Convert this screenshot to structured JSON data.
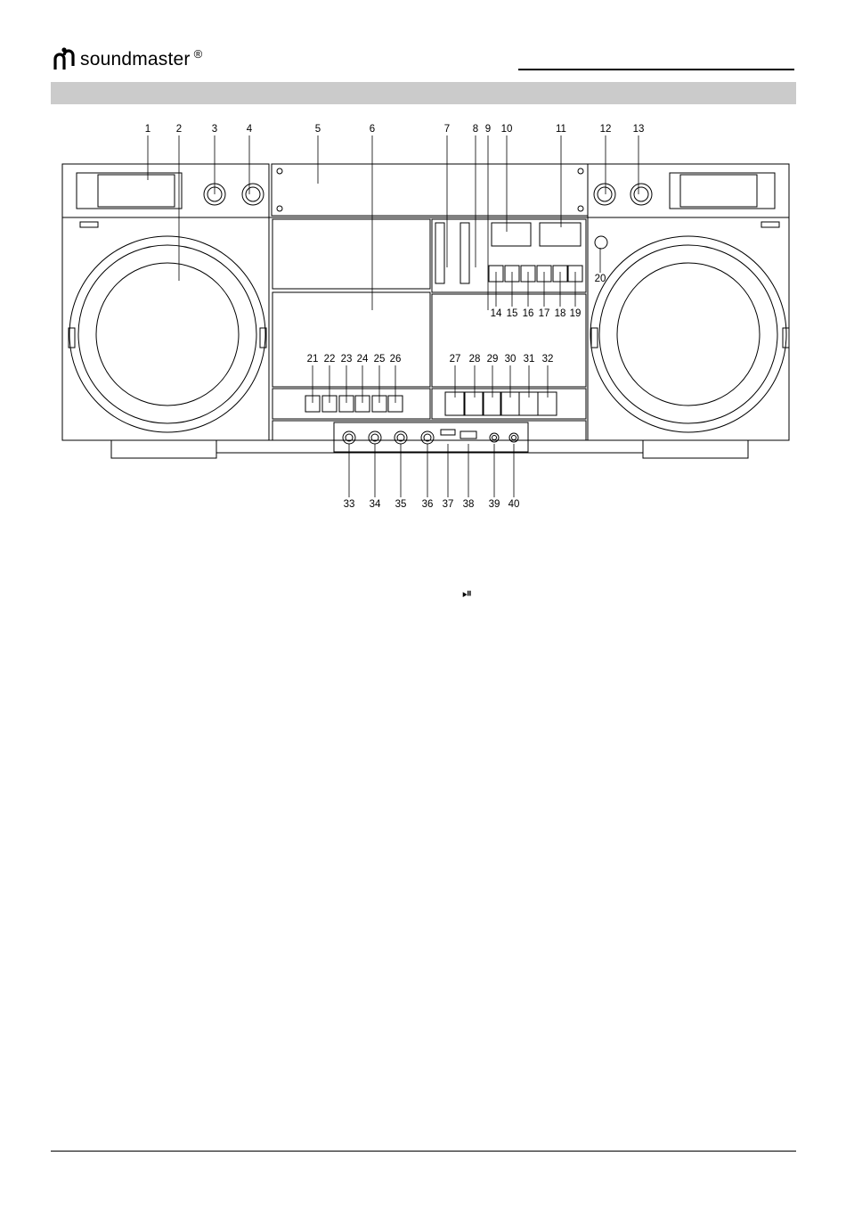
{
  "brand": {
    "name": "soundmaster",
    "registered": "®"
  },
  "diagram": {
    "top_labels": [
      "1",
      "2",
      "3",
      "4",
      "5",
      "6",
      "7",
      "8",
      "9",
      "10",
      "11",
      "12",
      "13"
    ],
    "label_20": "20",
    "row_14_19": [
      "14",
      "15",
      "16",
      "17",
      "18",
      "19"
    ],
    "row_21_26": [
      "21",
      "22",
      "23",
      "24",
      "25",
      "26"
    ],
    "row_27_32": [
      "27",
      "28",
      "29",
      "30",
      "31",
      "32"
    ],
    "bottom_labels": [
      "33",
      "34",
      "35",
      "36",
      "37",
      "38",
      "39",
      "40"
    ]
  },
  "symbols": {
    "play_pause": "⏯"
  }
}
